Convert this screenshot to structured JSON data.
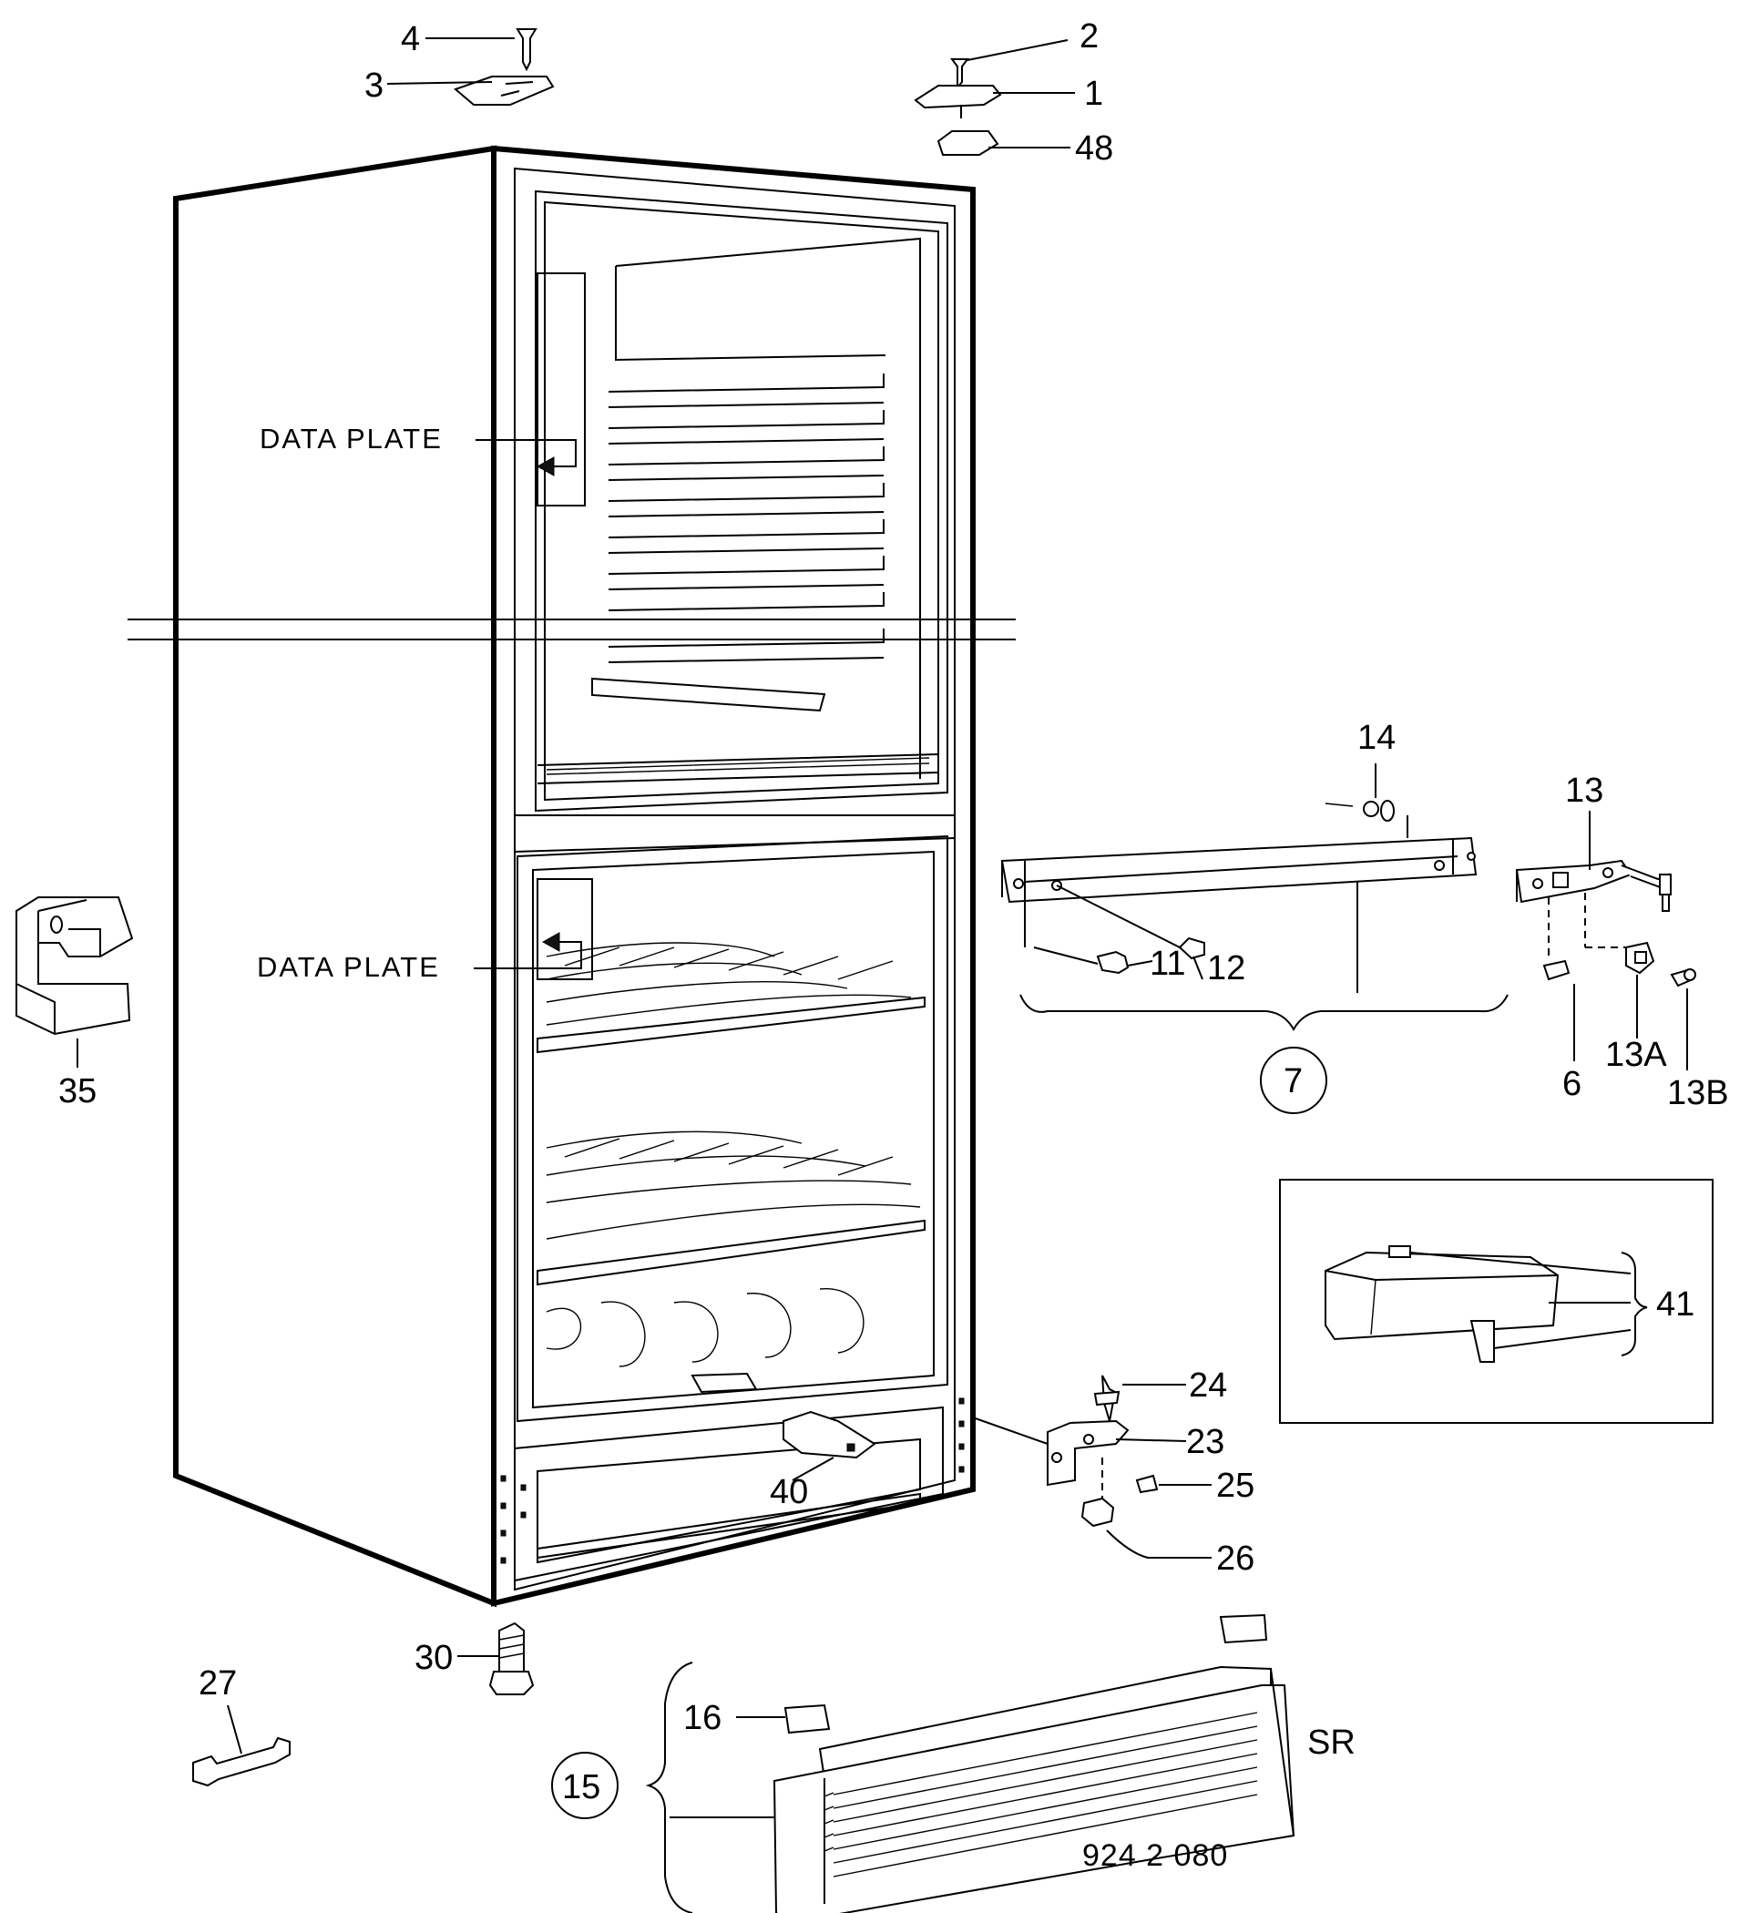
{
  "labels": {
    "p1": "1",
    "p2": "2",
    "p3": "3",
    "p4": "4",
    "p48": "48",
    "p6": "6",
    "p7": "7",
    "p11": "11",
    "p12": "12",
    "p13": "13",
    "p13a": "13A",
    "p13b": "13B",
    "p14": "14",
    "p15": "15",
    "p16": "16",
    "p23": "23",
    "p24": "24",
    "p25": "25",
    "p26": "26",
    "p27": "27",
    "p30": "30",
    "p35": "35",
    "p40": "40",
    "p41": "41",
    "sr": "SR"
  },
  "data_plate_upper": "DATA PLATE",
  "data_plate_lower": "DATA PLATE",
  "drawing_number": "924 2 080"
}
